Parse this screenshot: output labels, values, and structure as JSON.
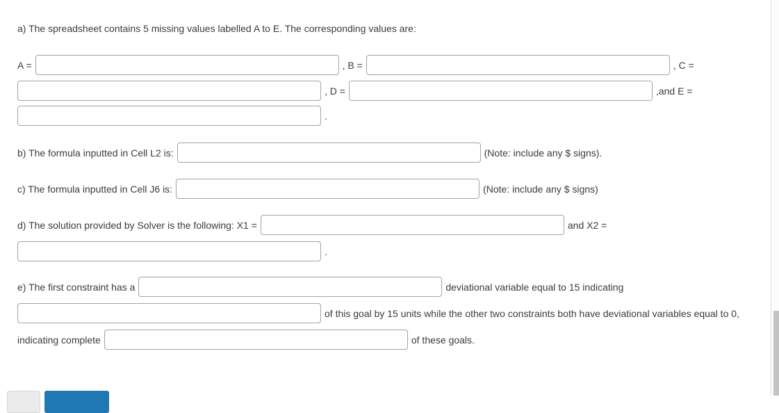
{
  "colors": {
    "text": "#3b3b3b",
    "input_border": "#a3a3a3",
    "primary_button": "#1f77b4",
    "secondary_button": "#ebebeb",
    "divider": "#d8d8d8",
    "scrollbar_thumb": "#c3c3c3"
  },
  "part_a": {
    "intro": "a) The spreadsheet contains 5 missing values labelled A to E. The corresponding values are:",
    "label_a": "A =",
    "label_b": ", B =",
    "label_c": ", C =",
    "label_d": ", D =",
    "label_e": ",and E =",
    "period": ".",
    "inputs": {
      "a": "",
      "b": "",
      "c": "",
      "d": "",
      "e": ""
    }
  },
  "part_b": {
    "prompt": "b) The formula inputted in Cell L2 is:",
    "note": "(Note: include any $ signs).",
    "input": ""
  },
  "part_c": {
    "prompt": "c) The formula inputted in Cell J6 is:",
    "note": "(Note: include any $ signs)",
    "input": ""
  },
  "part_d": {
    "prompt": "d) The solution provided by Solver is the following: X1 =",
    "and_x2": "and X2 =",
    "period": ".",
    "inputs": {
      "x1": "",
      "x2": ""
    }
  },
  "part_e": {
    "prompt": "e) The first constraint has a",
    "after_blank1": "deviational variable equal to 15 indicating",
    "after_blank2": "of this goal by 15 units while the other two constraints both have deviational variables equal to 0,",
    "before_blank3": "indicating complete",
    "after_blank3": "of these goals.",
    "inputs": {
      "blank1": "",
      "blank2": "",
      "blank3": ""
    }
  }
}
